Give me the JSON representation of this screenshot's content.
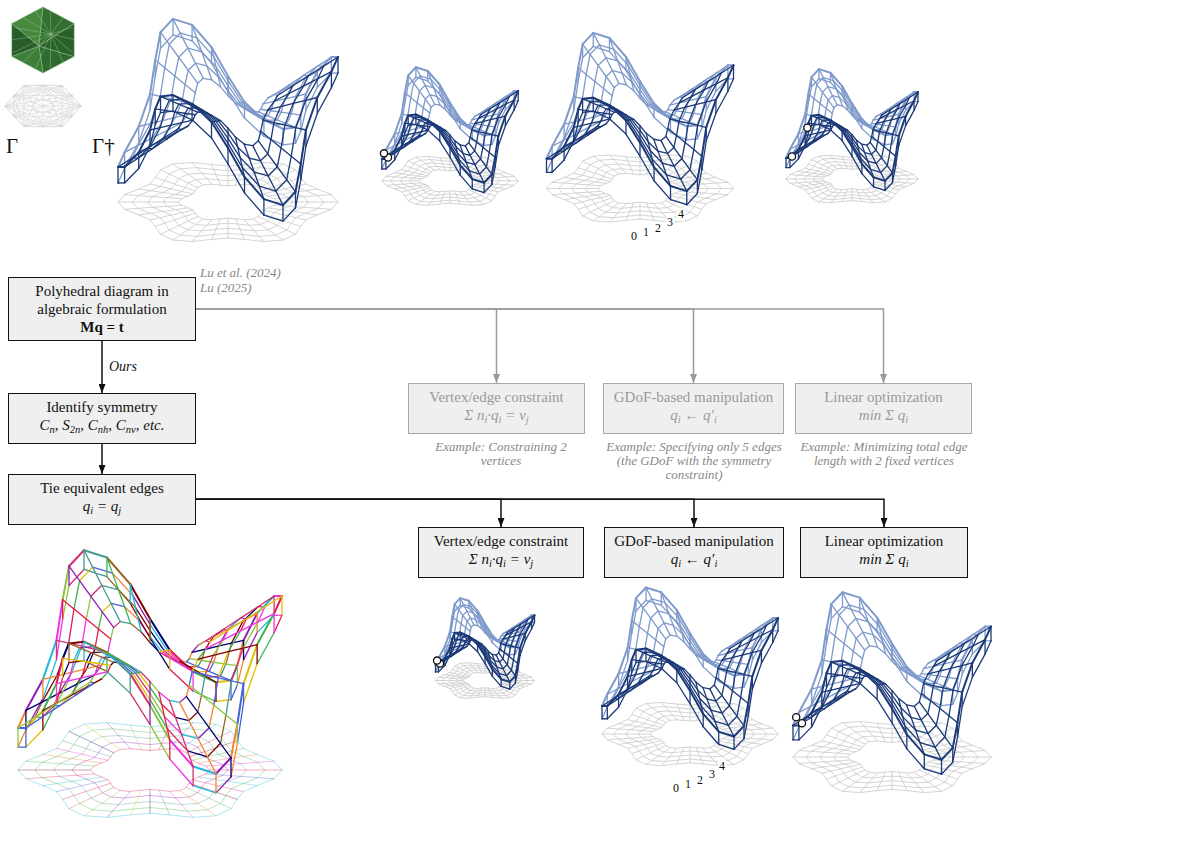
{
  "diagram": {
    "nodes": [
      {
        "text": [
          "Polyhedral diagram in algebraic formulation",
          "Mq = t"
        ]
      },
      {
        "text": [
          "Vertex/edge constraint",
          "Σ ni·qi = vj"
        ]
      },
      {
        "text": [
          "GDoF-based manipulation",
          "qi ← q′i"
        ]
      },
      {
        "text": [
          "Linear optimization",
          "min Σ qi"
        ]
      },
      {
        "text": [
          "Identify symmetry",
          "Cn, S2n, Cnh, Cnv, etc."
        ]
      },
      {
        "text": [
          "Tie equivalent edges",
          "qi = qj"
        ]
      },
      {
        "text": [
          "Vertex/edge constraint",
          "Σ ni·qi = vj"
        ]
      },
      {
        "text": [
          "GDoF-based manipulation",
          "qi ← q′i"
        ]
      },
      {
        "text": [
          "Linear optimization",
          "min Σ qi"
        ]
      }
    ],
    "edges": [
      {
        "from": 0,
        "to": 4,
        "arrow": "to",
        "label": "Ours"
      },
      {
        "from": 4,
        "to": 5,
        "arrow": "to"
      },
      {
        "from": 0,
        "to": 1,
        "arrow": "to"
      },
      {
        "from": 0,
        "to": 2,
        "arrow": "to"
      },
      {
        "from": 0,
        "to": 3,
        "arrow": "to"
      },
      {
        "from": 5,
        "to": 6,
        "arrow": "to"
      },
      {
        "from": 5,
        "to": 7,
        "arrow": "to"
      },
      {
        "from": 5,
        "to": 8,
        "arrow": "to"
      }
    ],
    "labels": [
      "Γ",
      "Γ†",
      "Lu et al. (2024)",
      "Lu (2025)",
      "Example: Constraining 2 vertices",
      "Example: Specifying only 5 edges (the GDoF with the symmetry constraint)",
      "Example: Minimizing total edge length with 2 fixed vertices",
      "0",
      "1",
      "2",
      "3",
      "4",
      "0",
      "1",
      "2",
      "3",
      "4"
    ]
  }
}
